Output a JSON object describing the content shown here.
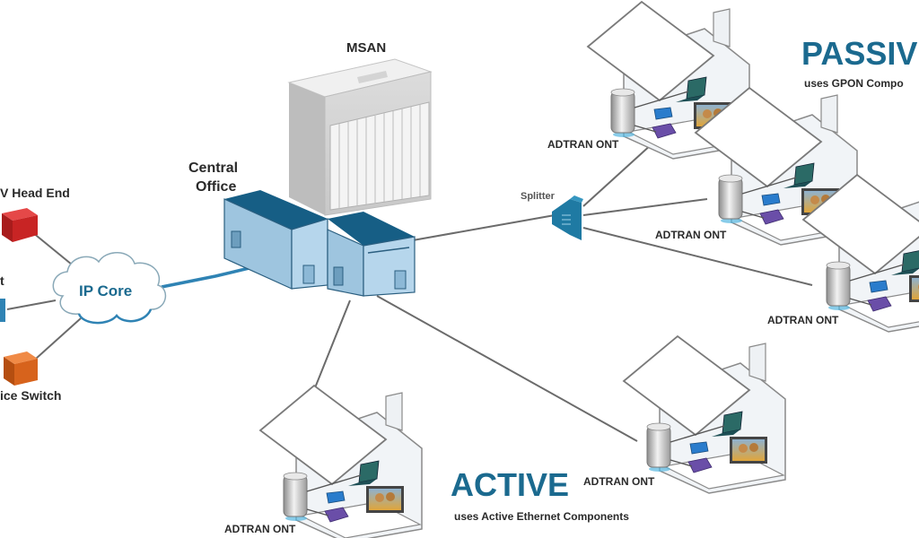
{
  "diagram": {
    "type": "network-topology",
    "colors": {
      "accent_blue": "#1b6a8f",
      "roof_blue": "#165e85",
      "building_light_blue": "#a9cde6",
      "tv_head_end": "#d52b2b",
      "voice_switch": "#e06a22",
      "internet_node": "#2f83b4",
      "laptop": "#1f5559",
      "set_top_box": "#2a7ccc",
      "phone": "#6a4ea8"
    },
    "nodes": {
      "tv_head_end": {
        "label": "TV Head End",
        "visible_label": "V Head End",
        "icon": "red-cube-icon"
      },
      "internet": {
        "label": "Internet",
        "visible_label": "t",
        "icon": "blue-box-icon"
      },
      "voice_switch": {
        "label": "Voice Switch",
        "visible_label": "ice Switch",
        "icon": "orange-cube-icon"
      },
      "ip_core": {
        "label": "IP Core",
        "icon": "cloud-icon"
      },
      "central_office": {
        "label_line1": "Central",
        "label_line2": "Office",
        "icon": "building-icon"
      },
      "msan": {
        "label": "MSAN",
        "icon": "msan-chassis-icon"
      },
      "splitter": {
        "label": "Splitter",
        "icon": "splitter-icon"
      },
      "homes": [
        {
          "id": "passive-home-1",
          "ont_label": "ADTRAN ONT",
          "group": "passive"
        },
        {
          "id": "passive-home-2",
          "ont_label": "ADTRAN ONT",
          "group": "passive"
        },
        {
          "id": "passive-home-3",
          "ont_label": "ADTRAN ONT",
          "group": "passive"
        },
        {
          "id": "active-home-1",
          "ont_label": "ADTRAN ONT",
          "group": "active"
        },
        {
          "id": "active-home-2",
          "ont_label": "ADTRAN ONT",
          "group": "active"
        }
      ],
      "home_devices": [
        "laptop-icon",
        "set-top-box-icon",
        "phone-icon",
        "tv-icon",
        "ont-icon"
      ]
    },
    "groups": {
      "passive": {
        "title": "PASSIVE",
        "subtitle": "uses GPON Components",
        "visible_subtitle": "uses GPON Compo"
      },
      "active": {
        "title": "ACTIVE",
        "subtitle": "uses Active Ethernet Components"
      }
    },
    "edges": [
      [
        "tv_head_end",
        "ip_core"
      ],
      [
        "internet",
        "ip_core"
      ],
      [
        "voice_switch",
        "ip_core"
      ],
      [
        "ip_core",
        "central_office"
      ],
      [
        "central_office",
        "splitter"
      ],
      [
        "splitter",
        "passive-home-1"
      ],
      [
        "splitter",
        "passive-home-2"
      ],
      [
        "splitter",
        "passive-home-3"
      ],
      [
        "central_office",
        "active-home-1"
      ],
      [
        "central_office",
        "active-home-2"
      ]
    ]
  }
}
